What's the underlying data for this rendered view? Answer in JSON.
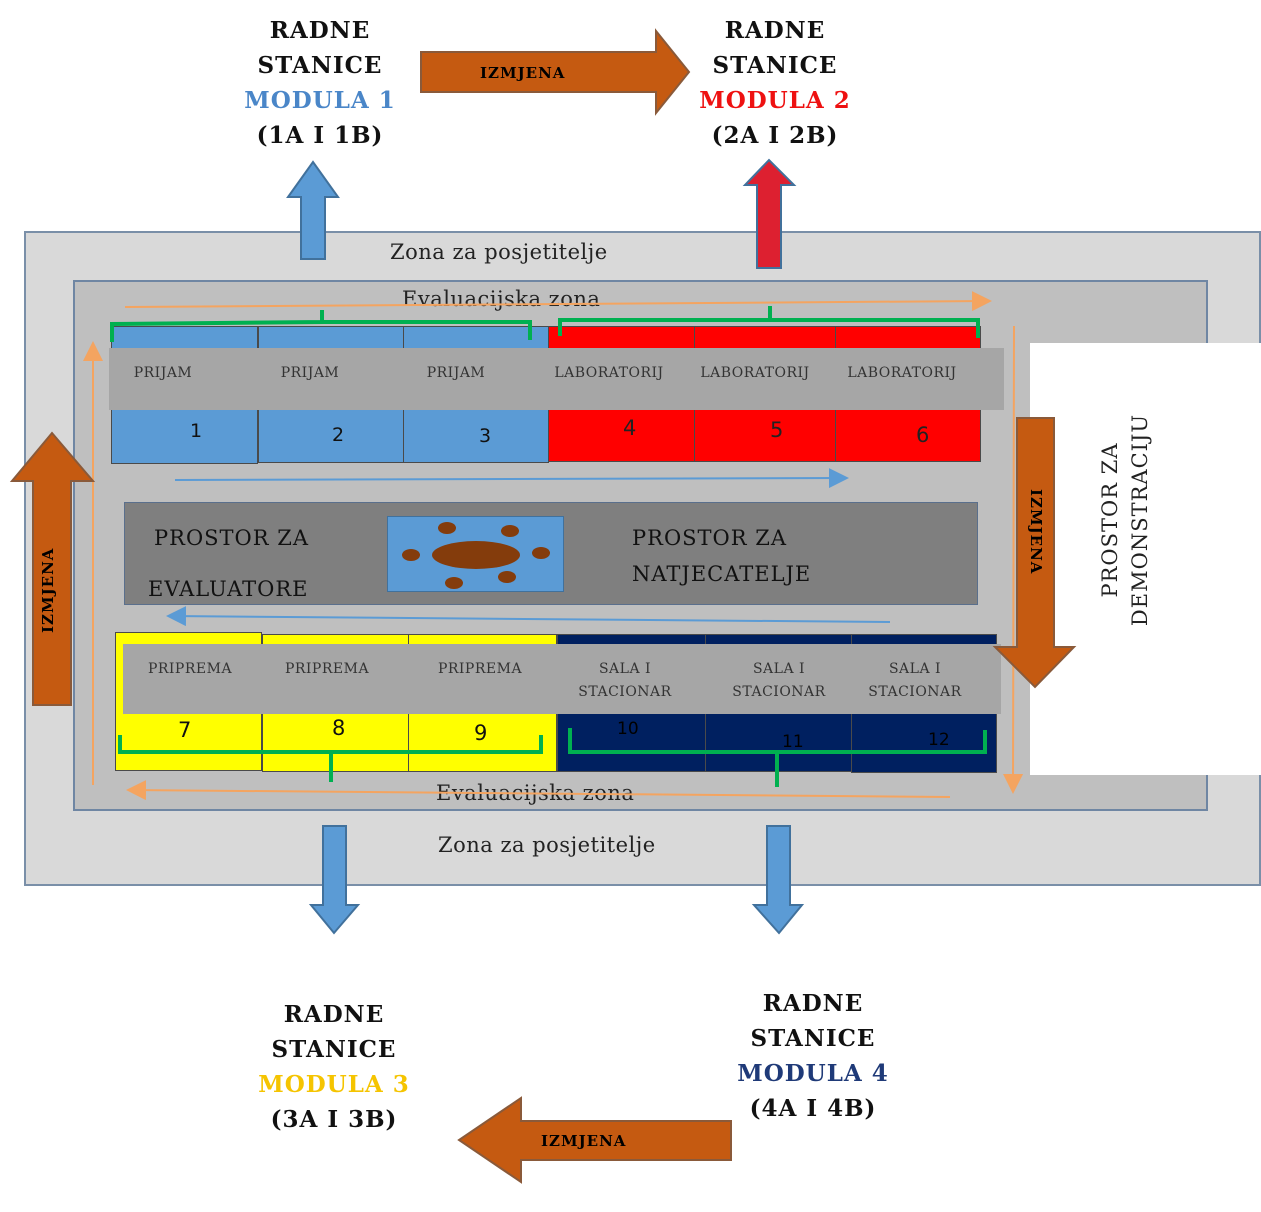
{
  "modules": [
    {
      "line1": "RADNE",
      "line2": "STANICE",
      "line3": "MODULA 1",
      "line4": "(1A I 1B)",
      "color": "#4a86c8"
    },
    {
      "line1": "RADNE",
      "line2": "STANICE",
      "line3": "MODULA 2",
      "line4": "(2A I 2B)",
      "color": "#ee1111"
    },
    {
      "line1": "RADNE",
      "line2": "STANICE",
      "line3": "MODULA 3",
      "line4": "(3A I 3B)",
      "color": "#f5c400"
    },
    {
      "line1": "RADNE",
      "line2": "STANICE",
      "line3": "MODULA 4",
      "line4": "(4A I 4B)",
      "color": "#1f3a78"
    }
  ],
  "zones": {
    "visitor_top": "Zona za posjetitelje",
    "visitor_bottom": "Zona za posjetitelje",
    "evaluation_top": "Evaluacijska zona",
    "evaluation_bottom": "Evaluacijska zona"
  },
  "exchange": {
    "top": "IZMJENA",
    "left": "IZMJENA",
    "right": "IZMJENA",
    "bottom": "IZMJENA"
  },
  "top_row": {
    "labels": [
      "PRIJAM",
      "PRIJAM",
      "PRIJAM",
      "LABORATORIJ",
      "LABORATORIJ",
      "LABORATORIJ"
    ],
    "numbers": [
      "1",
      "2",
      "3",
      "4",
      "5",
      "6"
    ]
  },
  "bottom_row": {
    "labels": [
      "PRIPREMA",
      "PRIPREMA",
      "PRIPREMA",
      "SALA I\nSTACIONAR",
      "SALA I\nSTACIONAR",
      "SALA I\nSTACIONAR"
    ],
    "numbers": [
      "7",
      "8",
      "9",
      "10",
      "11",
      "12"
    ]
  },
  "center": {
    "evaluators_line1": "PROSTOR ZA",
    "evaluators_line2": "EVALUATORE",
    "competitors_line1": "PROSTOR ZA",
    "competitors_line2": "NATJECATELJE"
  },
  "demo": {
    "line1": "PROSTOR ZA",
    "line2": "DEMONSTRACIJU"
  },
  "colors": {
    "blue_station": "#5b9bd5",
    "red_station": "#ff0000",
    "yellow_station": "#ffff00",
    "navy_station": "#002060",
    "exchange_arrow": "#c55a11",
    "bracket_green": "#00b050"
  }
}
